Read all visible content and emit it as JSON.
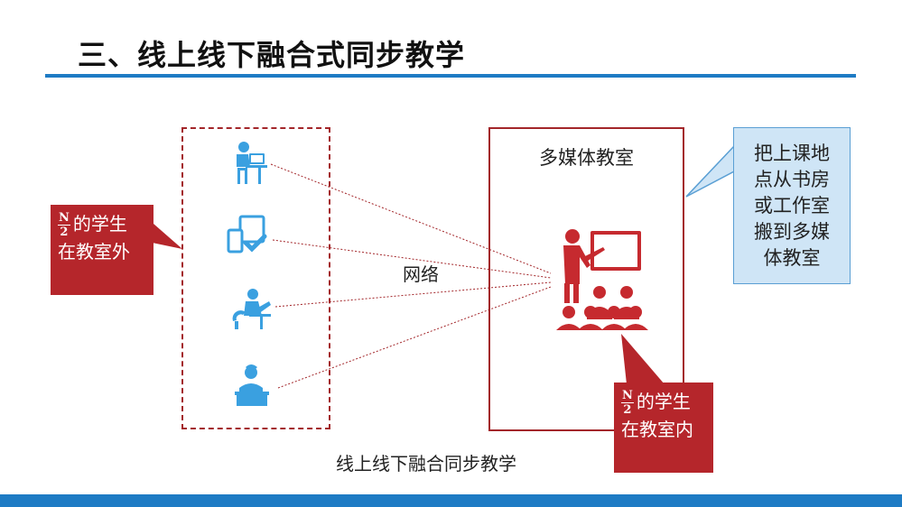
{
  "title": "三、线上线下融合式同步教学",
  "diagram": {
    "classroom_label": "多媒体教室",
    "network_label": "网络",
    "caption": "线上线下融合同步教学",
    "outside_callout": {
      "frac_num": "N",
      "frac_den": "2",
      "line1": "的学生",
      "line2": "在教室外"
    },
    "inside_callout": {
      "frac_num": "N",
      "frac_den": "2",
      "line1": "的学生",
      "line2": "在教室内"
    },
    "info_callout": {
      "lines": [
        "把上课地",
        "点从书房",
        "或工作室",
        "搬到多媒",
        "体教室"
      ]
    },
    "icons": {
      "remote": [
        "student-at-desk-icon",
        "devices-check-icon",
        "student-laptop-icon",
        "student-reading-icon"
      ],
      "classroom": "teacher-classroom-icon"
    },
    "colors": {
      "accent_blue": "#1e7bc4",
      "accent_red": "#b5262b",
      "icon_blue": "#3aa0e0",
      "info_fill": "#cfe5f6"
    }
  }
}
